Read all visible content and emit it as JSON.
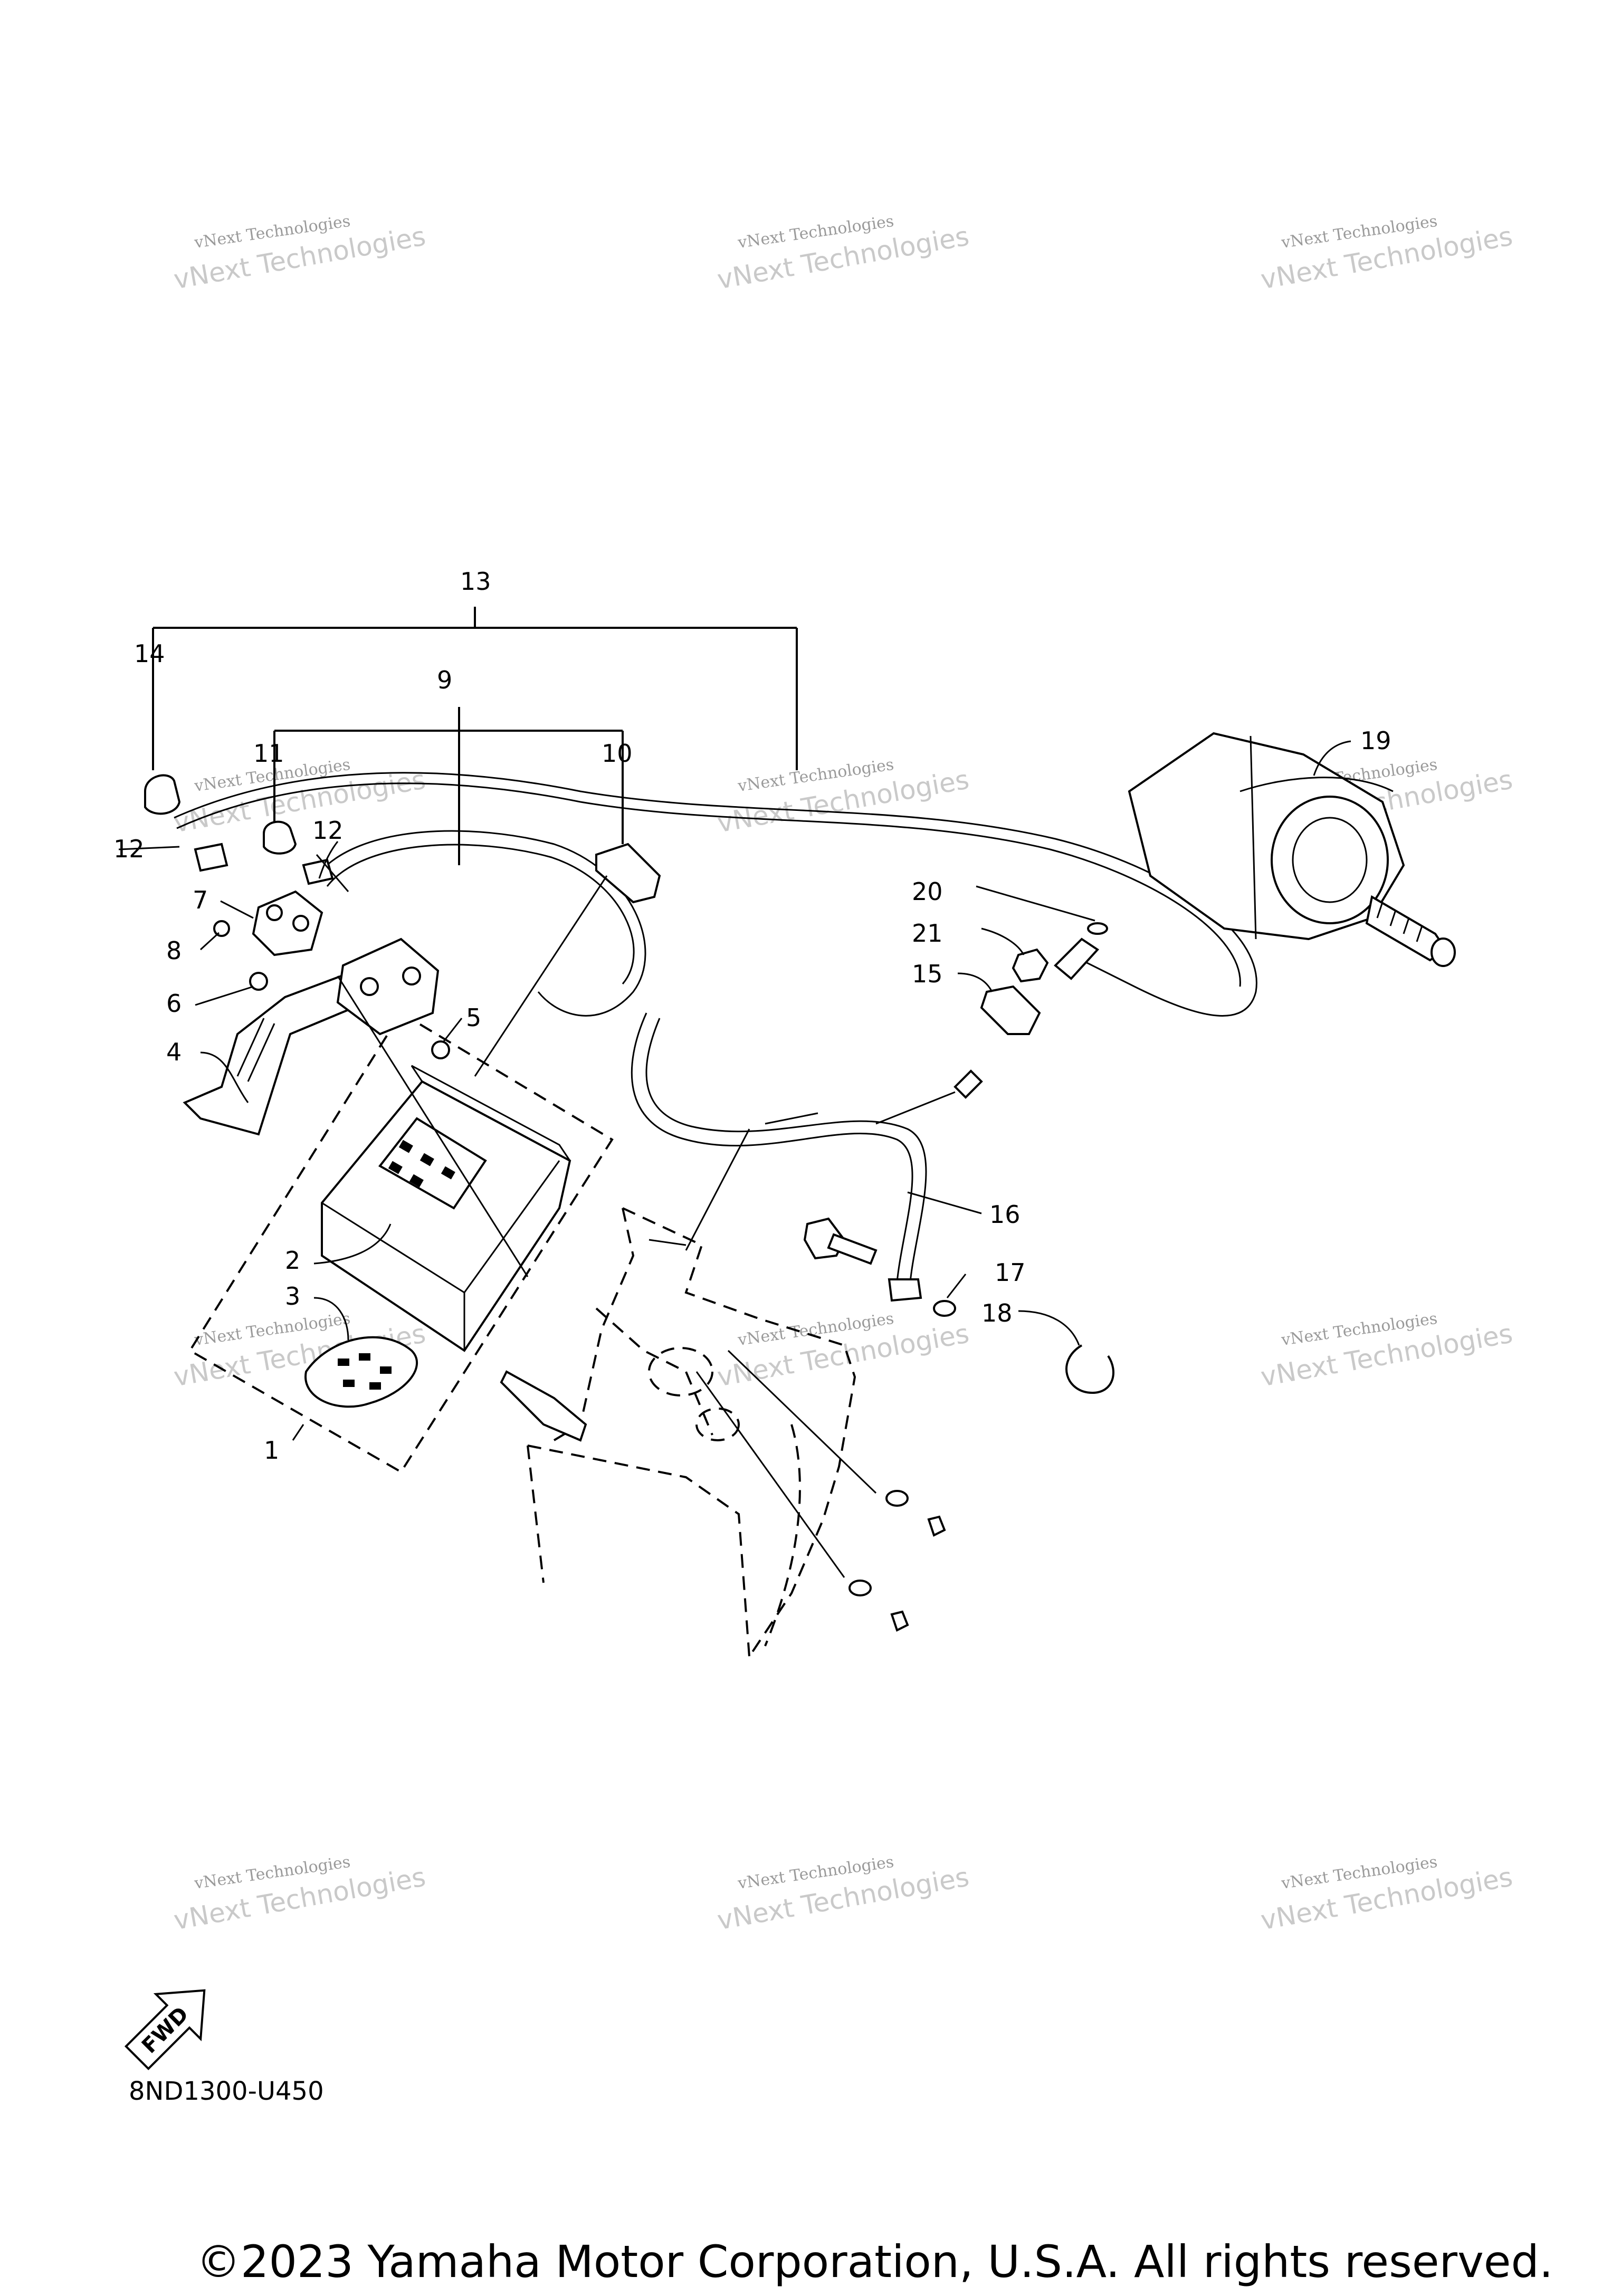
{
  "watermark": {
    "line1": "vNext Technologies",
    "line2": "vNext Technologies"
  },
  "parts": [
    {
      "number": "1"
    },
    {
      "number": "2"
    },
    {
      "number": "3"
    },
    {
      "number": "4"
    },
    {
      "number": "5"
    },
    {
      "number": "6"
    },
    {
      "number": "7"
    },
    {
      "number": "8"
    },
    {
      "number": "9"
    },
    {
      "number": "10"
    },
    {
      "number": "11"
    },
    {
      "number": "12"
    },
    {
      "number": "12"
    },
    {
      "number": "13"
    },
    {
      "number": "14"
    },
    {
      "number": "15"
    },
    {
      "number": "16"
    },
    {
      "number": "17"
    },
    {
      "number": "18"
    },
    {
      "number": "19"
    },
    {
      "number": "20"
    },
    {
      "number": "21"
    }
  ],
  "fwd_badge": {
    "text": "FWD"
  },
  "diagram_code": "8ND1300-U450",
  "copyright": "©2023 Yamaha Motor Corporation, U.S.A. All rights reserved.",
  "colors": {
    "line": "#000000",
    "background": "#ffffff",
    "watermark": "#9a9a9a"
  }
}
